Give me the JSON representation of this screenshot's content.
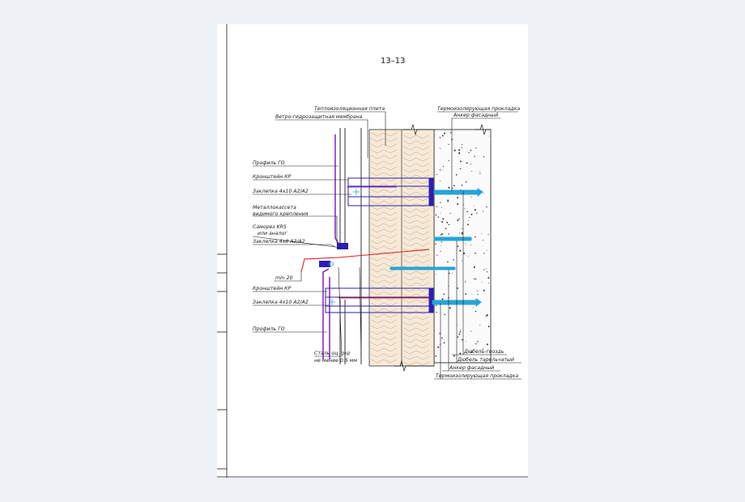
{
  "drawing": {
    "title": "13–13",
    "labels_left": {
      "thermal_plate": "Теплоизоляционная плита",
      "wind_membrane": "Ветро-гидрозащитная мембрана",
      "profile_go_top": "Профиль ГО",
      "bracket_kr_top": "Кронштейн КР",
      "rivet_4x10_top": "Заклепка 4х10 А2/А2",
      "metal_cassette_1": "Металлокассета",
      "metal_cassette_2": "видимого крепления",
      "screw_krs_1": "Саморез KRS",
      "screw_krs_2": "или аналог",
      "rivet_4x8": "Заклепка 4х8 А2/А2",
      "min_20": "min 20",
      "bracket_kr_bottom": "Кронштейн КР",
      "rivet_4x10_bottom": "Заклепка 4х10 А2/А2",
      "profile_go_bottom": "Профиль ГО",
      "steel_1": "Сталь оц. окр",
      "steel_2": "не менее 0.5 мм"
    },
    "labels_right": {
      "thermal_gasket_top": "Термоизолирующая прокладка",
      "anchor_top": "Анкер фасадный",
      "dowel_nail": "Дюбель-гвоздь",
      "dowel_plate": "Дюбель тарельчатый",
      "anchor_bottom": "Анкер фасадный",
      "thermal_gasket_bottom": "Термоизолирующая прокладка"
    },
    "colors": {
      "bracket": "#2b1fb5",
      "profile": "#8b2bd1",
      "flashing": "#e01b24",
      "anchor": "#29a3d6",
      "lines": "#1a1a1a",
      "insulation": "#f6e9d8"
    }
  }
}
